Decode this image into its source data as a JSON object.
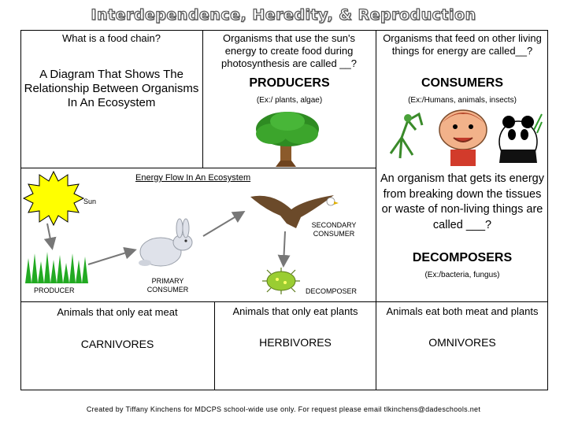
{
  "title": "Interdependence, Heredity, & Reproduction",
  "food_chain": {
    "question": "What is a food chain?",
    "answer": "A Diagram That Shows The Relationship Between Organisms In An Ecosystem"
  },
  "producers": {
    "question": "Organisms that use the sun's energy to create food during photosynthesis are called __?",
    "answer": "PRODUCERS",
    "example": "(Ex:/ plants, algae)"
  },
  "consumers": {
    "question": "Organisms that feed on other living things for energy are called__?",
    "answer": "CONSUMERS",
    "example": "(Ex:/Humans, animals, insects)"
  },
  "energy_flow": {
    "title": "Energy Flow In An Ecosystem",
    "sun": "Sun",
    "producer": "PRODUCER",
    "primary": "PRIMARY CONSUMER",
    "secondary": "SECONDARY CONSUMER",
    "decomposer": "DECOMPOSER"
  },
  "decomposers": {
    "question": "An organism that gets its energy from breaking down the tissues or waste of non-living things are called ___?",
    "answer": "DECOMPOSERS",
    "example": "(Ex:/bacteria, fungus)"
  },
  "carnivores": {
    "question": "Animals that only eat meat",
    "answer": "CARNIVORES"
  },
  "herbivores": {
    "question": "Animals that only eat plants",
    "answer": "HERBIVORES"
  },
  "omnivores": {
    "question": "Animals eat both meat and plants",
    "answer": "OMNIVORES"
  },
  "footer": "Created by Tiffany Kinchens for MDCPS school-wide use only. For request please email tlkinchens@dadeschools.net",
  "colors": {
    "sun": "#ffff00",
    "grass": "#22aa22",
    "tree": "#2e8b22",
    "trunk": "#8b5a2b",
    "arrow": "#777777"
  }
}
